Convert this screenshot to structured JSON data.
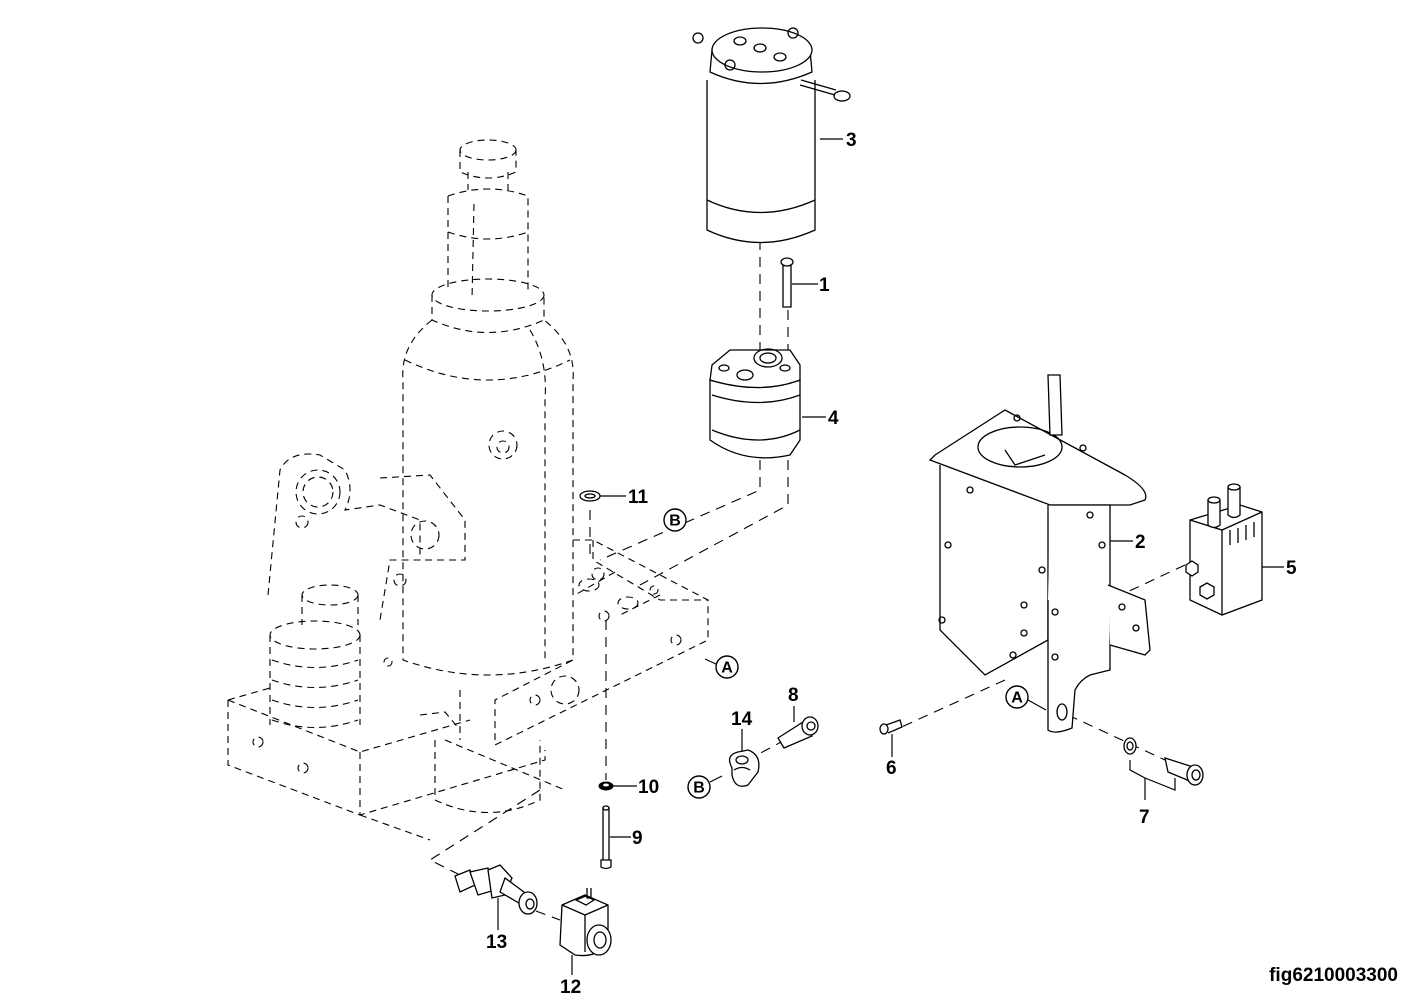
{
  "figure": {
    "id": "fig6210003300",
    "type": "exploded parts diagram"
  },
  "callouts": [
    {
      "number": "1",
      "part": "bolt"
    },
    {
      "number": "2",
      "part": "mounting bracket"
    },
    {
      "number": "3",
      "part": "electric motor"
    },
    {
      "number": "4",
      "part": "gear pump"
    },
    {
      "number": "5",
      "part": "relay / solenoid block"
    },
    {
      "number": "6",
      "part": "screw"
    },
    {
      "number": "7",
      "part": "washer and cap screw"
    },
    {
      "number": "8",
      "part": "cap screw"
    },
    {
      "number": "9",
      "part": "long bolt"
    },
    {
      "number": "10",
      "part": "washer"
    },
    {
      "number": "11",
      "part": "o-ring"
    },
    {
      "number": "12",
      "part": "solenoid coil"
    },
    {
      "number": "13",
      "part": "valve cartridge"
    },
    {
      "number": "14",
      "part": "clamp"
    }
  ],
  "references": {
    "A": "A",
    "B": "B"
  },
  "phantom_assembly": "hydraulic cylinder and base (dashed outline)"
}
